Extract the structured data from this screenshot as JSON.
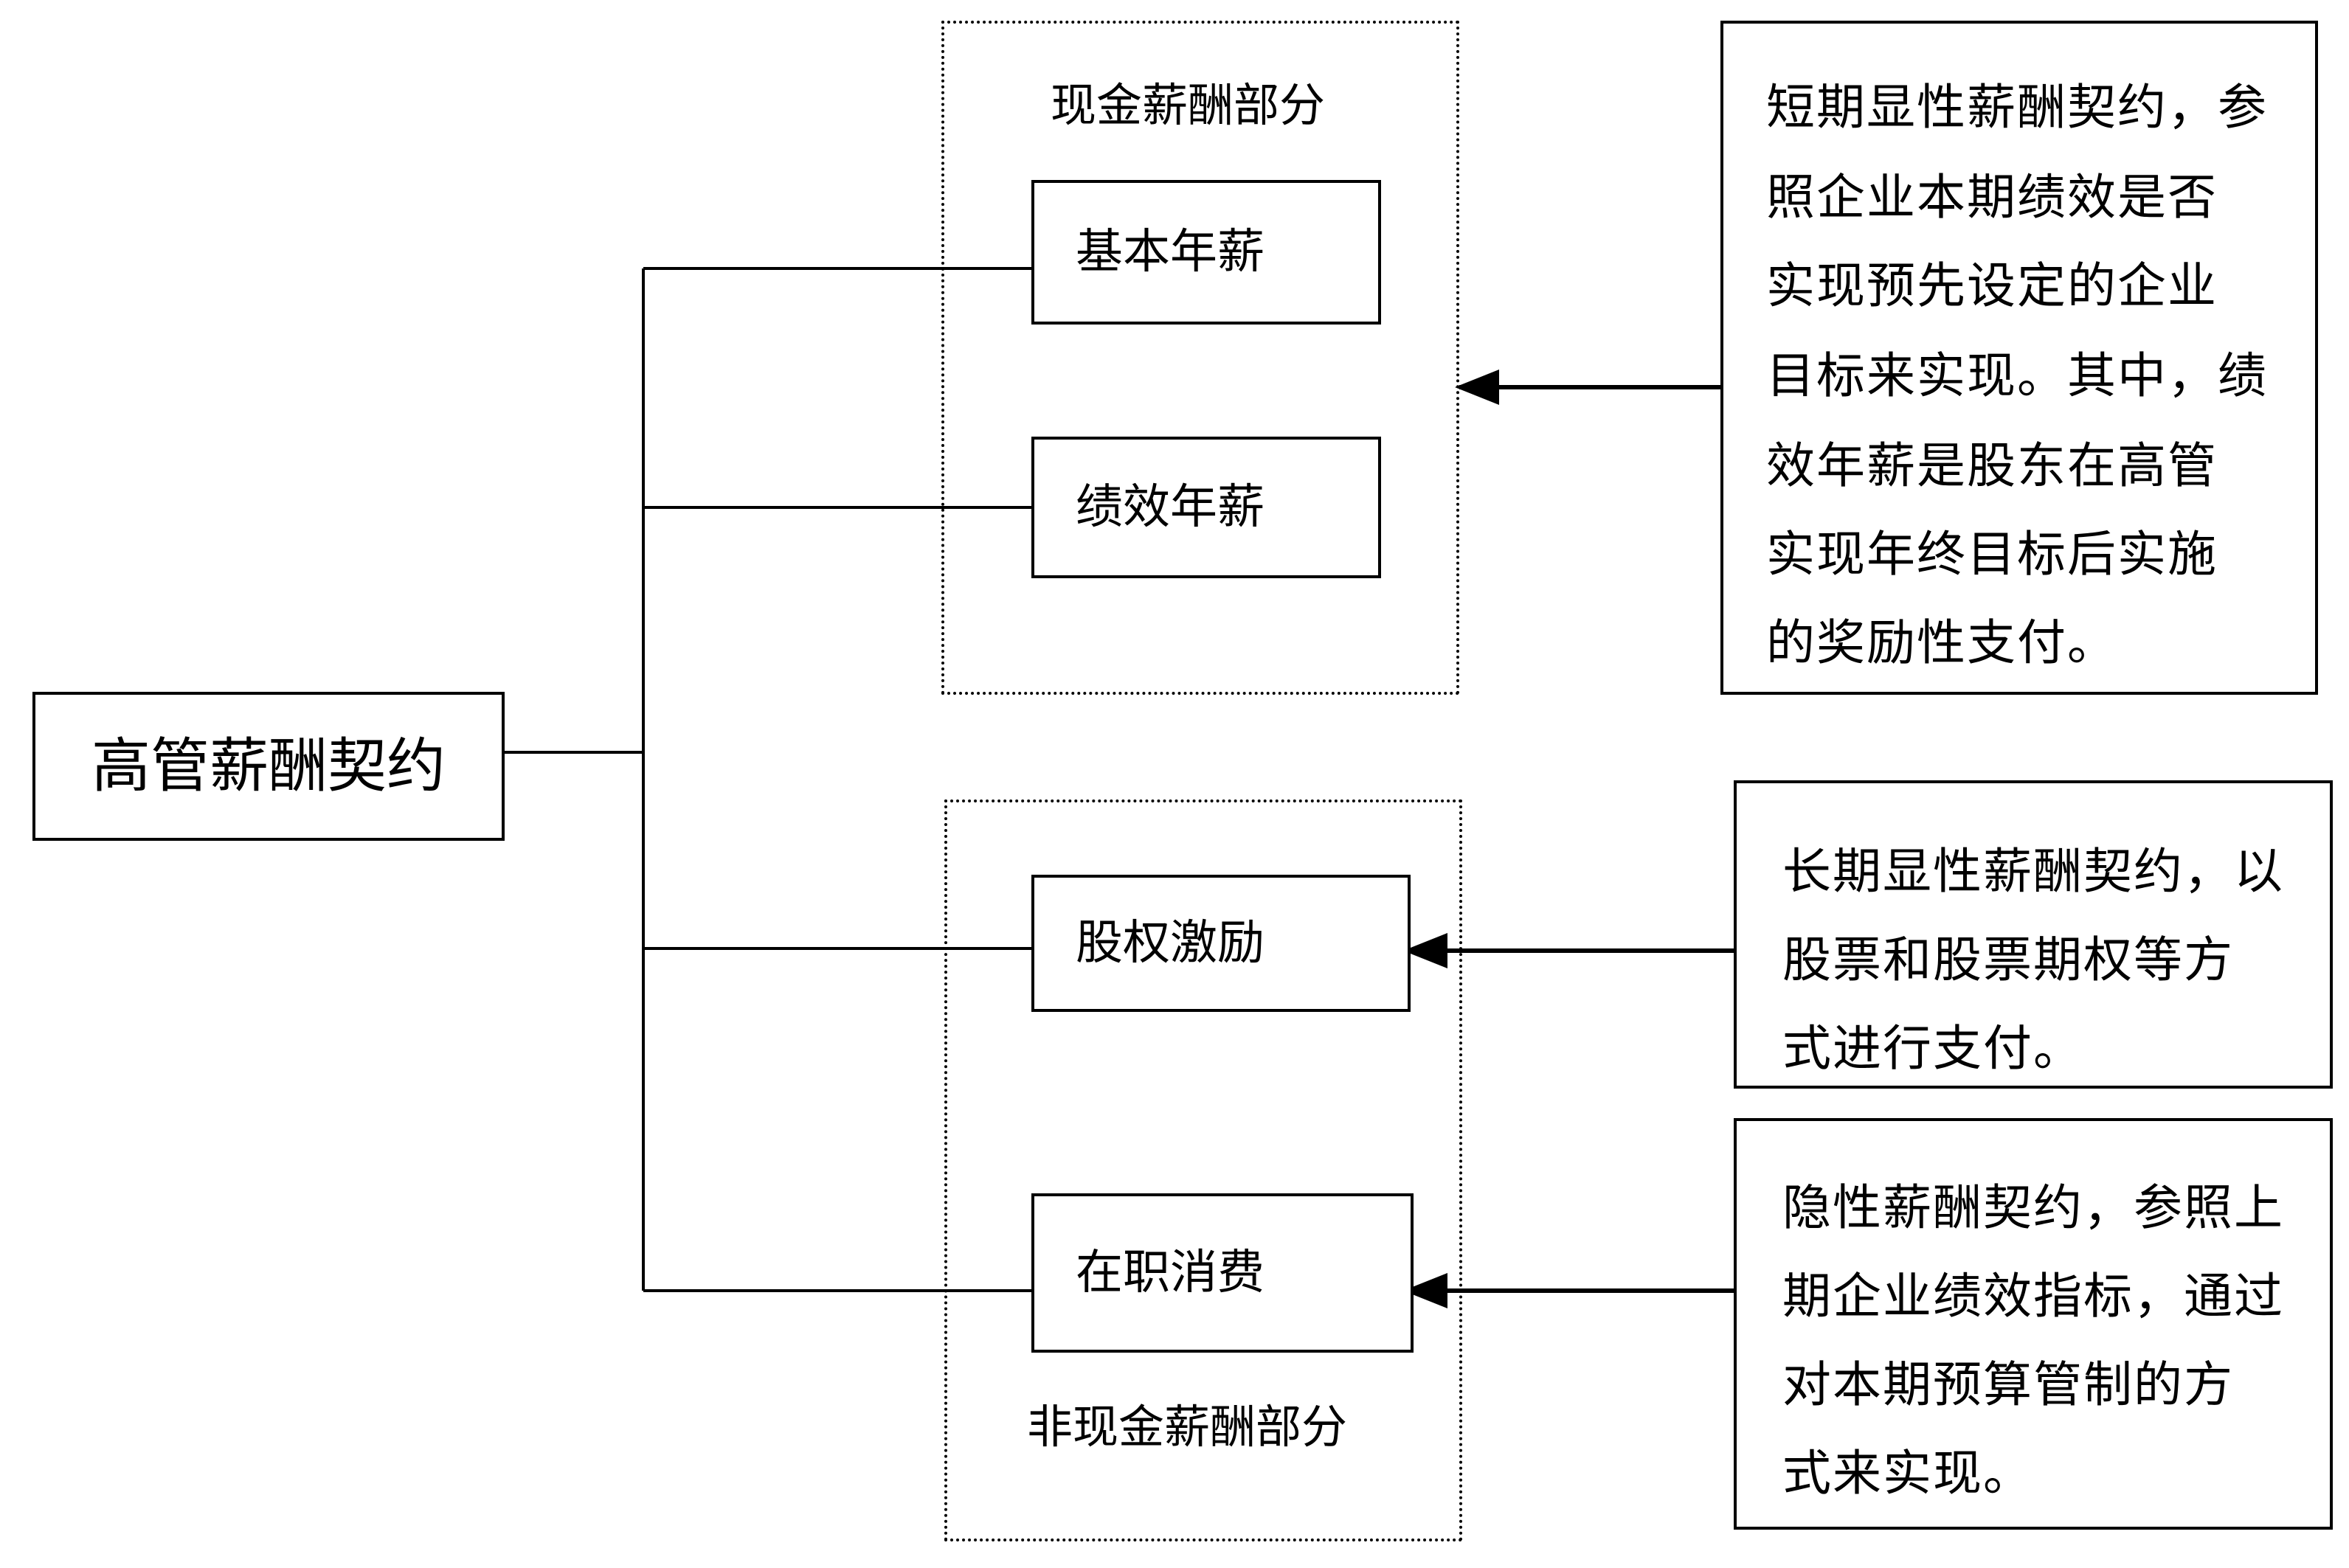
{
  "root": {
    "label": "高管薪酬契约"
  },
  "cash_group": {
    "label": "现金薪酬部分",
    "items": [
      {
        "label": "基本年薪"
      },
      {
        "label": "绩效年薪"
      }
    ]
  },
  "noncash_group": {
    "label": "非现金薪酬部分",
    "items": [
      {
        "label": "股权激励"
      },
      {
        "label": "在职消费"
      }
    ]
  },
  "notes": [
    {
      "lines": [
        "短期显性薪酬契约，参",
        "照企业本期绩效是否",
        "实现预先设定的企业",
        "目标来实现。其中，绩",
        "效年薪是股东在高管",
        "实现年终目标后实施",
        "的奖励性支付。"
      ]
    },
    {
      "lines": [
        "长期显性薪酬契约，以",
        "股票和股票期权等方",
        "式进行支付。"
      ]
    },
    {
      "lines": [
        "隐性薪酬契约，参照上",
        "期企业绩效指标，通过",
        "对本期预算管制的方",
        "式来实现。"
      ]
    }
  ]
}
